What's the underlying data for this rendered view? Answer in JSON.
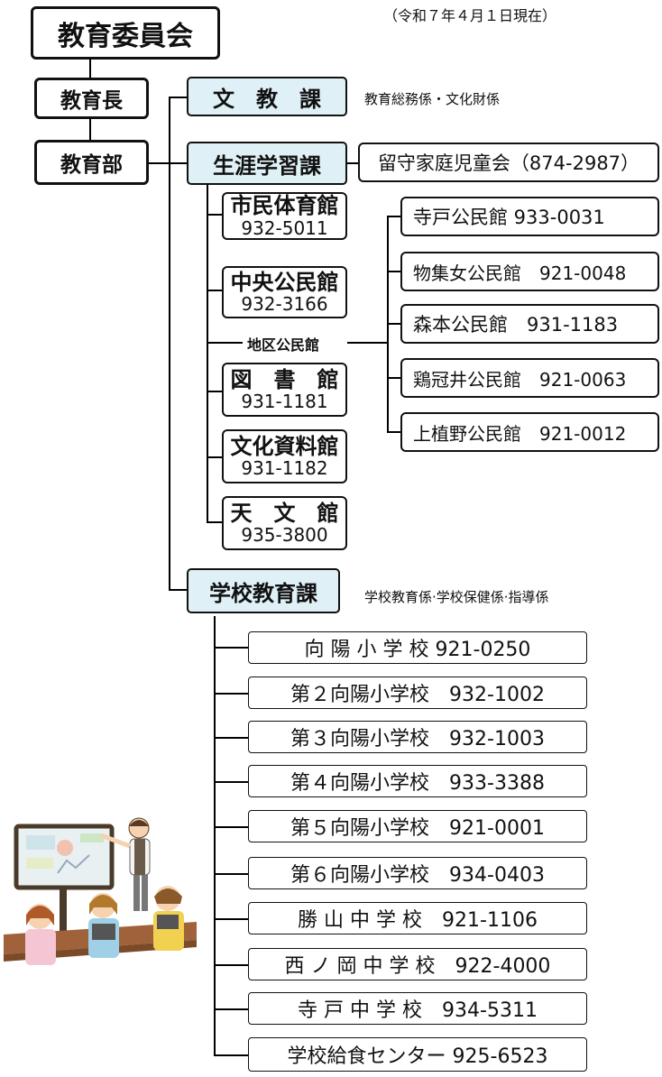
{
  "date_note": "（令和７年４月１日現在）",
  "top": {
    "title": "教育委員会"
  },
  "superintendent": "教育長",
  "bureau": "教育部",
  "departments": {
    "bunkyo": {
      "name": "文　教　課",
      "note": "教育総務係・文化財係"
    },
    "shogai": {
      "name": "生涯学習課",
      "linked": "留守家庭児童会（874-2987）"
    },
    "gakko": {
      "name": "学校教育課",
      "note": "学校教育係·学校保健係·指導係"
    }
  },
  "facilities": [
    {
      "name": "市民体育館",
      "tel": "932-5011"
    },
    {
      "name": "中央公民館",
      "tel": "932-3166"
    },
    {
      "name": "図　書　館",
      "tel": "931-1181"
    },
    {
      "name": "文化資料館",
      "tel": "931-1182"
    },
    {
      "name": "天　文　館",
      "tel": "935-3800"
    }
  ],
  "district_label": "地区公民館",
  "community_halls": [
    "寺戸公民館 933-0031",
    "物集女公民館　921-0048",
    "森本公民館　931-1183",
    "鶏冠井公民館　921-0063",
    "上植野公民館　921-0012"
  ],
  "schools": [
    "向 陽 小 学 校 921-0250",
    "第２向陽小学校　932-1002",
    "第３向陽小学校　932-1003",
    "第４向陽小学校　933-3388",
    "第５向陽小学校　921-0001",
    "第６向陽小学校　934-0403",
    "勝 山 中 学 校　921-1106",
    "西 ノ 岡 中 学 校　922-4000",
    "寺 戸 中 学 校　934-5311",
    "学校給食センター 925-6523"
  ]
}
